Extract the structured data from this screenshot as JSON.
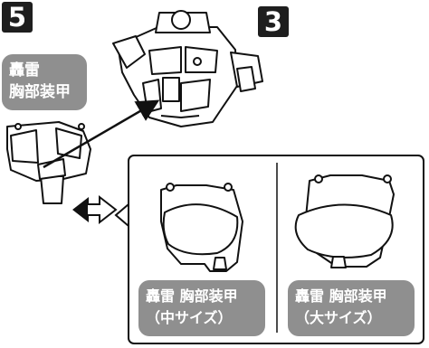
{
  "steps": {
    "main": "5",
    "ref": "3"
  },
  "callout": {
    "line1": "轟雷",
    "line2": "胸部装甲"
  },
  "options": [
    {
      "line1": "轟雷 胸部装甲",
      "line2": "（中サイズ）"
    },
    {
      "line1": "轟雷 胸部装甲",
      "line2": "（大サイズ）"
    }
  ]
}
